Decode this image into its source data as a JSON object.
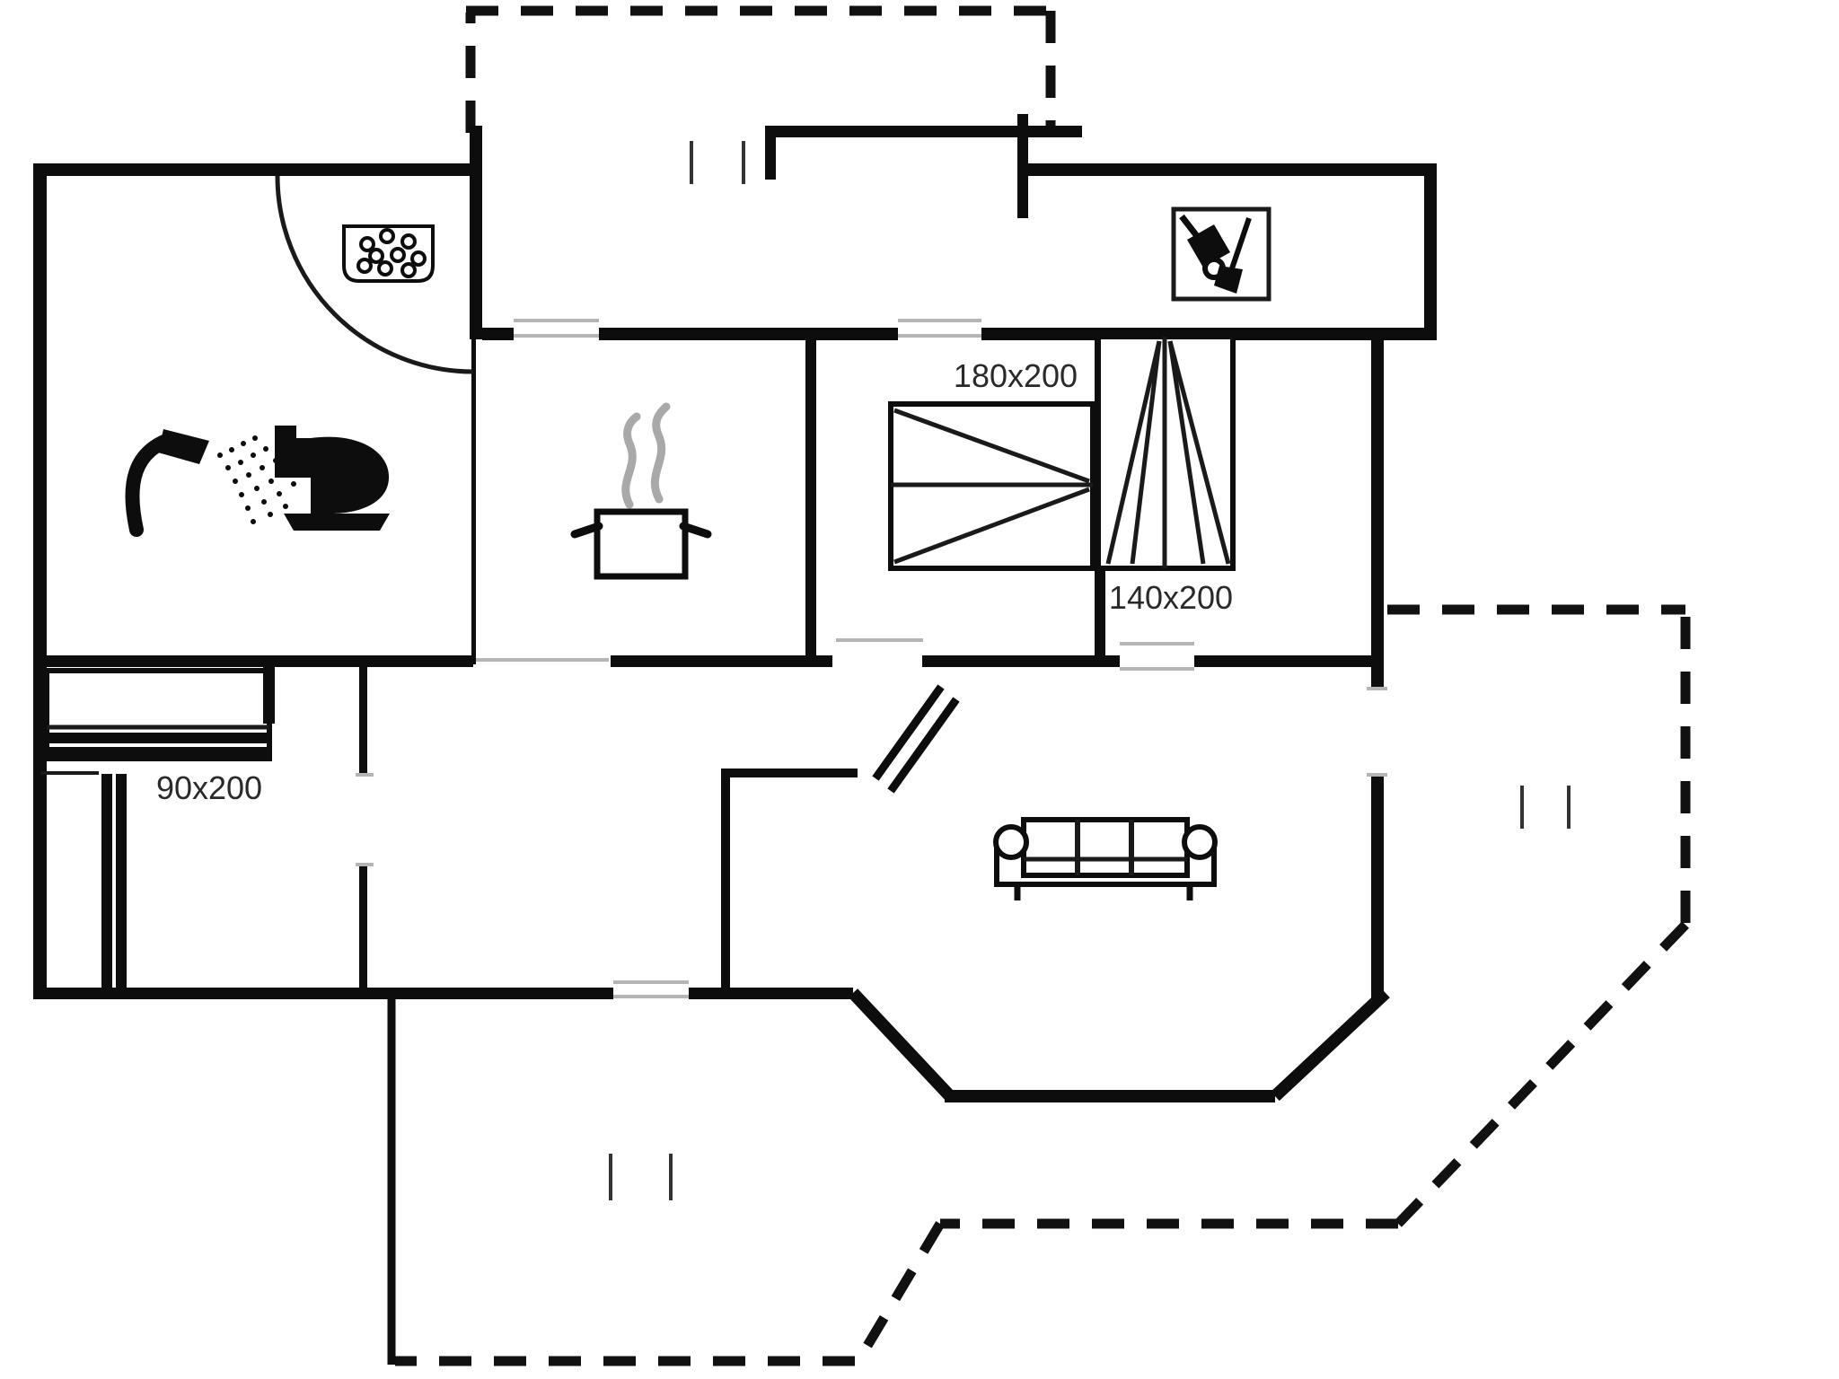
{
  "document": {
    "type": "holiday-house floor plan drawing",
    "background_color": "#ffffff"
  },
  "labels": {
    "bed_180": "180x200",
    "bed_140": "140x200",
    "bed_90": "90x200"
  },
  "rooms": [
    {
      "name": "bathroom",
      "features": [
        "shower-icon",
        "toilet-icon",
        "washbasin-icon",
        "door-swing-arc"
      ]
    },
    {
      "name": "kitchen",
      "features": [
        "cooking-pot-icon",
        "steam-icon",
        "window-opening"
      ]
    },
    {
      "name": "entry-hall",
      "features": [
        "entry-step-marks",
        "dashed-canopy"
      ]
    },
    {
      "name": "utility-nook",
      "features": [
        "vacuum-and-broom-icon"
      ]
    },
    {
      "name": "bedroom-double",
      "features": [
        "double-bed-symbol 180x200"
      ]
    },
    {
      "name": "bedroom-small",
      "features": [
        "bed-symbol 140x200",
        "window-opening"
      ]
    },
    {
      "name": "bedroom-left",
      "features": [
        "bed-symbol 90x200",
        "wardrobe-bars",
        "window-opening"
      ]
    },
    {
      "name": "living-room",
      "features": [
        "sofa-icon",
        "double-door-symbol",
        "bay-wall",
        "terrace-step-marks"
      ]
    }
  ],
  "terraces": [
    {
      "name": "top-terrace",
      "outline": "dashed"
    },
    {
      "name": "right-terrace",
      "outline": "dashed with diagonal corners"
    },
    {
      "name": "bottom-terrace",
      "outline": "solid left edge, dashed bottom"
    }
  ],
  "colors": {
    "wall": "#0d0d0d",
    "background": "#ffffff",
    "window_line": "#b5b5b5",
    "steam": "#a9a9a9",
    "label_text": "#2a2a2a",
    "terrace_dash": "#111111"
  }
}
